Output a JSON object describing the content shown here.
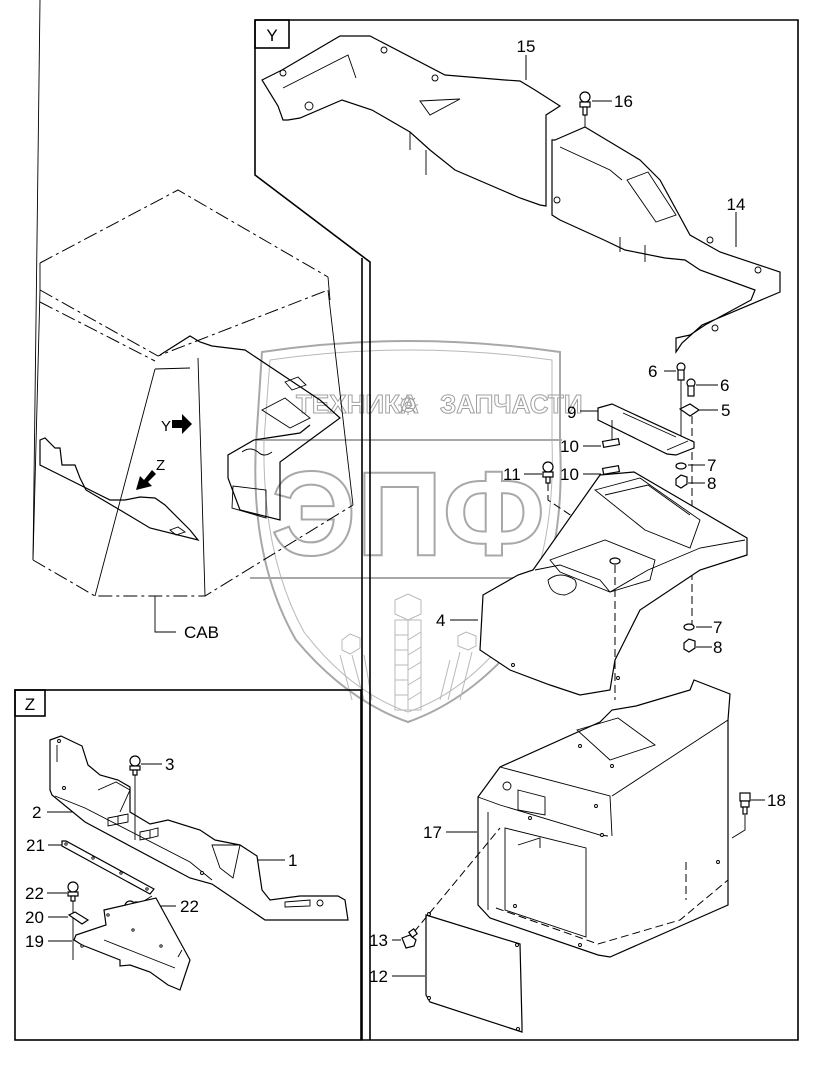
{
  "diagram": {
    "type": "exploded parts diagram",
    "views": {
      "main_label": "CAB",
      "detail_y_label": "Y",
      "detail_z_label": "Z",
      "arrow_y_label": "Y",
      "arrow_z_label": "Z"
    },
    "watermark": {
      "top_text_left": "ТЕХНИКА",
      "top_text_right": "ЗАПЧАСТИ",
      "monogram": "ЭПФ"
    },
    "callouts": {
      "c1": "1",
      "c2": "2",
      "c3": "3",
      "c4": "4",
      "c5": "5",
      "c6a": "6",
      "c6b": "6",
      "c7a": "7",
      "c7b": "7",
      "c8a": "8",
      "c8b": "8",
      "c9": "9",
      "c10a": "10",
      "c10b": "10",
      "c11": "11",
      "c12": "12",
      "c13": "13",
      "c14": "14",
      "c15": "15",
      "c16": "16",
      "c17": "17",
      "c18": "18",
      "c19": "19",
      "c20": "20",
      "c21": "21",
      "c22a": "22",
      "c22b": "22"
    },
    "part_numbers": [
      "1",
      "2",
      "3",
      "4",
      "5",
      "6",
      "7",
      "8",
      "9",
      "10",
      "11",
      "12",
      "13",
      "14",
      "15",
      "16",
      "17",
      "18",
      "19",
      "20",
      "21",
      "22"
    ]
  }
}
